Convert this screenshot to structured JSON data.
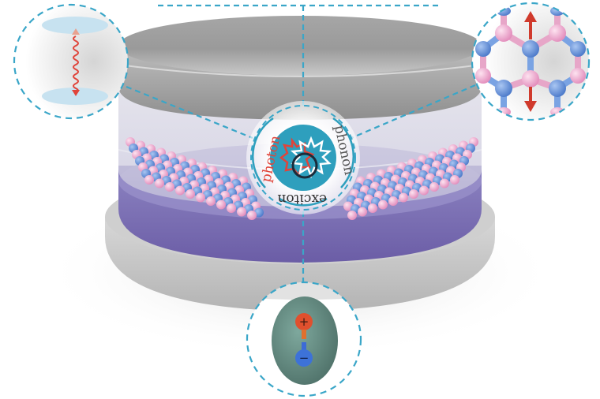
{
  "diagram": {
    "type": "scientific-illustration",
    "subject": "microcavity with 2D layer: photon-phonon-exciton coupling",
    "center_labels": {
      "photon": "photon",
      "phonon": "phonon",
      "exciton": "exciton"
    },
    "insets": [
      {
        "id": "photon-inset",
        "description": "optical cavity mirrors with standing wave photon"
      },
      {
        "id": "phonon-inset",
        "description": "hexagonal lattice with out-of-plane vibration arrows"
      },
      {
        "id": "exciton-inset",
        "description": "bound electron-hole pair",
        "charges": [
          "+",
          "−"
        ]
      }
    ],
    "colors": {
      "dashed_line": "#3aa6c8",
      "photon_red": "#e0443a",
      "phonon_text": "#555555",
      "core_teal": "#2e9fbd",
      "lattice_pink": "#f2a9cc",
      "lattice_blue": "#5b8fd8",
      "cavity_purple": "#7a6cb0",
      "metal_gray": "#a8a8a8"
    }
  }
}
